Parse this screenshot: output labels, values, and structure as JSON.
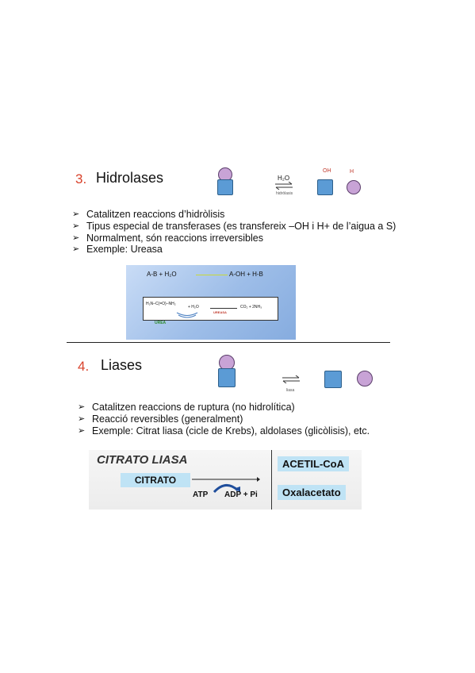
{
  "section3": {
    "number": "3.",
    "title": "Hidrolases",
    "diagram": {
      "water": "H₂O",
      "arrow_label": "hidròlasis",
      "oh_label": "OH",
      "h_label": "H"
    },
    "bullets": [
      "Catalitzen reaccions d’hidròlisis",
      "Tipus especial de transferases (es transfereix –OH i H+ de l’aigua a S)",
      "Normalment, són reaccions irreversibles",
      "Exemple: Ureasa"
    ],
    "figure": {
      "reactants": "A-B + H₂O",
      "products": "A-OH + H-B",
      "urea_formula": "H₂N–C(=O)–NH₂",
      "plus_water": "+ H₂O",
      "enzyme": "UREASA",
      "outputs": "CO₂ + 2NH₃",
      "urea_label": "UREA"
    }
  },
  "section4": {
    "number": "4.",
    "title": "Liases",
    "diagram": {
      "arrow_label": "liasa"
    },
    "bullets": [
      "Catalitzen reaccions de ruptura (no hidrolítica)",
      "Reacció reversibles (generalment)",
      "Exemple: Citrat liasa (cicle de Krebs), aldolases (glicòlisis), etc."
    ],
    "figure": {
      "heading": "CITRATO LIASA",
      "substrate": "CITRATO",
      "atp": "ATP",
      "adp": "ADP + Pi",
      "product1": "ACETIL-CoA",
      "product2": "Oxalacetato"
    }
  }
}
